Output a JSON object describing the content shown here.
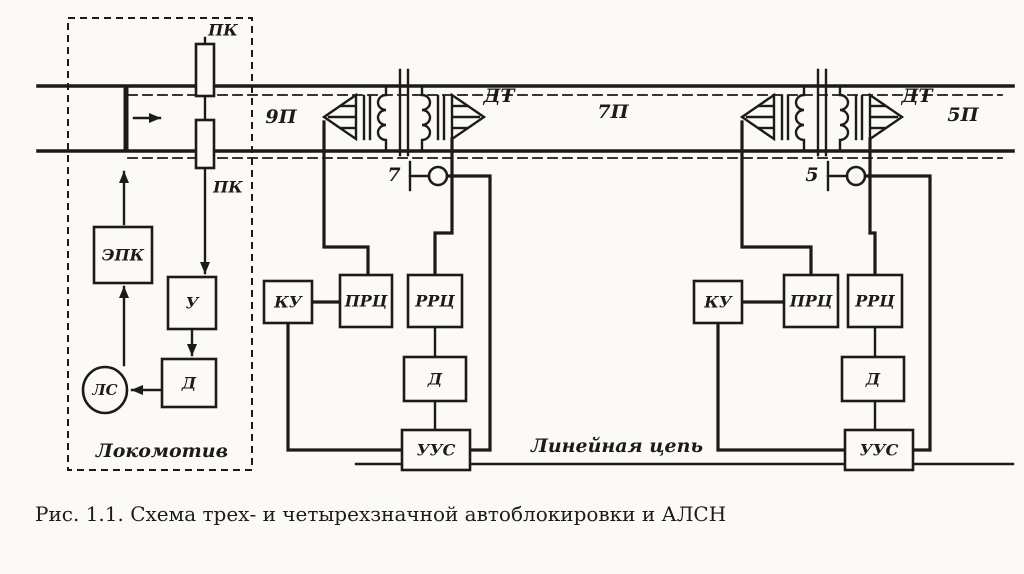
{
  "colors": {
    "ink": "#1d1b17",
    "paper": "#fbfaf7"
  },
  "caption": "Рис. 1.1. Схема трех- и четырехзначной автоблокировки и АЛСН",
  "track": {
    "sections": [
      {
        "label": "9П"
      },
      {
        "label": "7П"
      },
      {
        "label": "5П"
      }
    ]
  },
  "locomotive": {
    "label": "Локомотив",
    "coil_top_label": "ПК",
    "coil_bottom_label": "ПК",
    "epk_label": "ЭПК",
    "amplifier_label": "У",
    "decoder_label": "Д",
    "cab_signal_label": "ЛС"
  },
  "line_circuit_label": "Линейная цепь",
  "signal_points": [
    {
      "dt_label": "ДТ",
      "signal_number": "7",
      "ku_label": "КУ",
      "prc_label": "ПРЦ",
      "rrc_label": "РРЦ",
      "decoder_label": "Д",
      "uus_label": "УУС"
    },
    {
      "dt_label": "ДТ",
      "signal_number": "5",
      "ku_label": "КУ",
      "prc_label": "ПРЦ",
      "rrc_label": "РРЦ",
      "decoder_label": "Д",
      "uus_label": "УУС"
    }
  ]
}
